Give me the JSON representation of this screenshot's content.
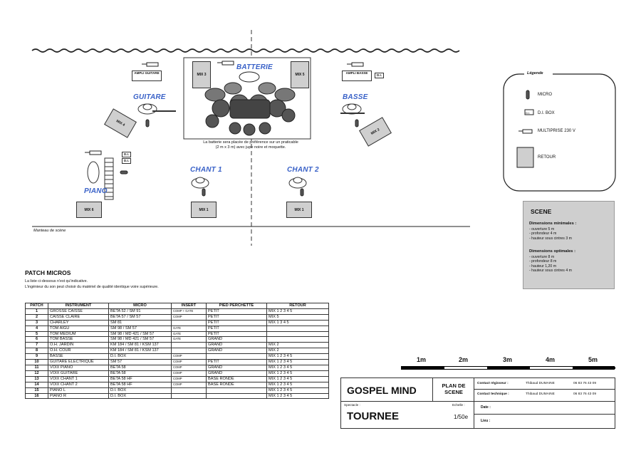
{
  "stage": {
    "labels": {
      "batterie": "BATTERIE",
      "guitare": "GUITARE",
      "basse": "BASSE",
      "piano": "PIANO",
      "chant1": "CHANT 1",
      "chant2": "CHANT 2"
    },
    "amp_guitare": "AMPLI GUITARE",
    "amp_basse": "AMPLI BASSE",
    "di": "D.I.",
    "mixes": {
      "mix3": "MIX 3",
      "mix5": "MIX 5",
      "mix4": "MIX 4",
      "mix2": "MIX 2",
      "mix6": "MIX 6",
      "mix1a": "MIX 1",
      "mix1b": "MIX 1"
    },
    "drum_note": "La batterie sera placée de préférence sur un praticable (2 m x 3 m) avec jupe noire et moquette.",
    "front_label": "Manteau de scène"
  },
  "legend": {
    "title": "Légende",
    "micro": "MICRO",
    "di_box": "D.I. BOX",
    "di_icon": "D.I.",
    "multiprise": "MULTIPRISE 230 V",
    "retour": "RETOUR"
  },
  "scene": {
    "title": "SCENE",
    "min_title": "Dimensions minimales :",
    "min": [
      "- ouverture 5 m",
      "- profondeur 4 m",
      "- hauteur sous cintres 3 m"
    ],
    "opt_title": "Dimensions optimales :",
    "opt": [
      "- ouverture 8 m",
      "- profondeur 8 m",
      "- hauteur 1,20 m",
      "- hauteur sous cintres 4 m"
    ]
  },
  "patch": {
    "title": "PATCH MICROS",
    "note1": "La liste ci-dessous n'est qu'indicative.",
    "note2": "L'ingénieur du son peut choisir du matériel de qualité identique voire supérieure.",
    "headers": [
      "PATCH",
      "INSTRUMENT",
      "MICRO",
      "INSERT",
      "PIED PERCHETTE",
      "RETOUR"
    ],
    "rows": [
      [
        "1",
        "GROSSE CAISSE",
        "BETA 52 / SM 91",
        "COMP + GATE",
        "PETIT",
        "MIX 1 2 3 4 5"
      ],
      [
        "2",
        "CAISSE CLAIRE",
        "BETA 57 / SM 57",
        "COMP",
        "PETIT",
        "MIX 5"
      ],
      [
        "3",
        "CHARLEY",
        "SM 81",
        "",
        "PETIT",
        "MIX 1 3 4 5"
      ],
      [
        "4",
        "TOM AIGU",
        "SM 98 / SM 57",
        "GATE",
        "PETIT",
        ""
      ],
      [
        "5",
        "TOM MEDIUM",
        "SM 98 / MD 421 / SM 57",
        "GATE",
        "PETIT",
        ""
      ],
      [
        "6",
        "TOM BASSE",
        "SM 98 / MD 421 / SM 57",
        "GATE",
        "GRAND",
        ""
      ],
      [
        "7",
        "O.H. JARDIN",
        "KM 184 / SM 81 / KSM 137",
        "",
        "GRAND",
        "MIX 2"
      ],
      [
        "8",
        "O.H. COUR",
        "KM 184 / SM 81 / KSM 137",
        "",
        "GRAND",
        "MIX 2"
      ],
      [
        "9",
        "BASSE",
        "D.I. BOX",
        "COMP",
        "",
        "MIX 1 2 3 4 5"
      ],
      [
        "10",
        "GUITARE ELECTRIQUE",
        "SM 57",
        "COMP",
        "PETIT",
        "MIX 1 2 3 4 5"
      ],
      [
        "11",
        "VOIX PIANO",
        "BETA 58",
        "COMP",
        "GRAND",
        "MIX 1 2 3 4 5"
      ],
      [
        "12",
        "VOIX GUITARE",
        "BETA 58",
        "COMP",
        "GRAND",
        "MIX 1 2 3 4 5"
      ],
      [
        "13",
        "VOIX CHANT 1",
        "BETA 58 HF",
        "COMP",
        "BASE RONDE",
        "MIX 1 2 3 4 5"
      ],
      [
        "14",
        "VOIX CHANT 2",
        "BETA 58 HF",
        "COMP",
        "BASE RONDE",
        "MIX 1 2 3 4 5"
      ],
      [
        "15",
        "PIANO L",
        "D.I. BOX",
        "",
        "",
        "MIX 1 2 3 4 5"
      ],
      [
        "16",
        "PIANO R",
        "D.I. BOX",
        "",
        "",
        "MIX 1 2 3 4 5"
      ]
    ]
  },
  "scale": {
    "labels": [
      "1m",
      "2m",
      "3m",
      "4m",
      "5m"
    ]
  },
  "title_block": {
    "group": "GOSPEL MIND",
    "plan": "PLAN DE",
    "plan2": "SCENE",
    "contact_reg_label": "Contact régisseur :",
    "contact_reg_name": "Thibaud DUMAINE",
    "contact_reg_phone": "06 83 76 43 09",
    "contact_tech_label": "Contact technique :",
    "contact_tech_name": "Thibaud DUMAINE",
    "contact_tech_phone": "06 83 76 43 09",
    "spectacle_label": "Spectacle :",
    "spectacle": "TOURNEE",
    "echelle_label": "Echelle :",
    "echelle": "1/50e",
    "date_label": "Date :",
    "lieu_label": "Lieu :"
  }
}
